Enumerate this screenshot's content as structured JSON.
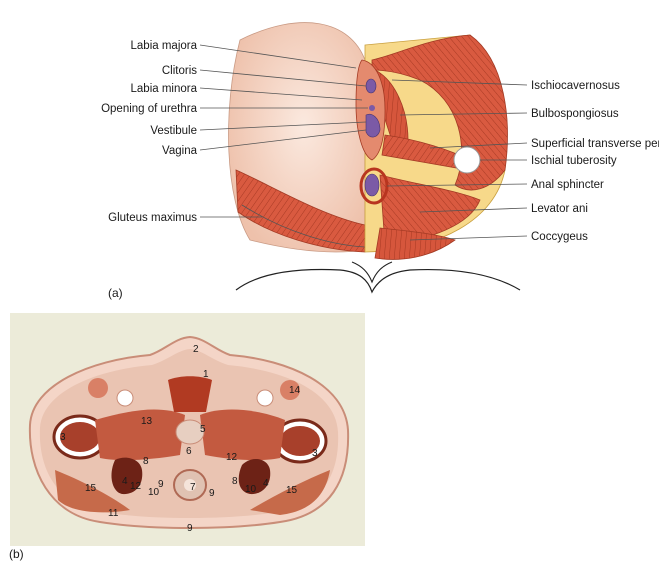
{
  "panel_a": {
    "panel_label": "(a)",
    "labels_left": [
      "Labia majora",
      "Clitoris",
      "Labia minora",
      "Opening of urethra",
      "Vestibule",
      "Vagina",
      "Gluteus maximus"
    ],
    "labels_right": [
      "Ischiocavernosus",
      "Bulbospongiosus",
      "Superficial transverse perinei",
      "Ischial tuberosity",
      "Anal sphincter",
      "Levator ani",
      "Coccygeus"
    ]
  },
  "panel_b": {
    "panel_label": "(b)",
    "numbers": [
      "2",
      "1",
      "14",
      "13",
      "3",
      "5",
      "3",
      "6",
      "12",
      "8",
      "8",
      "12",
      "15",
      "10",
      "9",
      "7",
      "9",
      "10",
      "4",
      "4",
      "15",
      "11",
      "9"
    ]
  },
  "colors": {
    "muscle": "#d9533c",
    "muscle_dark": "#b8351f",
    "skin": "#f6dccf",
    "fat": "#f7d98a",
    "histo_bg": "#ecebd9",
    "histo_tissue": "#e9c3b3",
    "histo_muscle": "#b9442f"
  }
}
